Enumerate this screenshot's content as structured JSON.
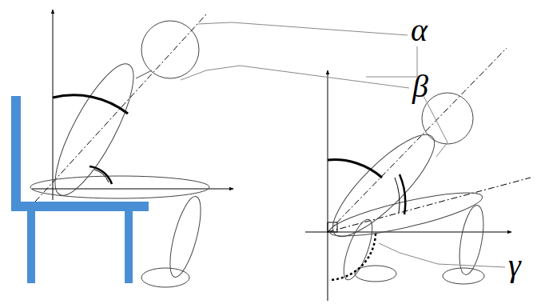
{
  "diagram": {
    "labels": [
      "α",
      "β",
      "γ"
    ]
  }
}
